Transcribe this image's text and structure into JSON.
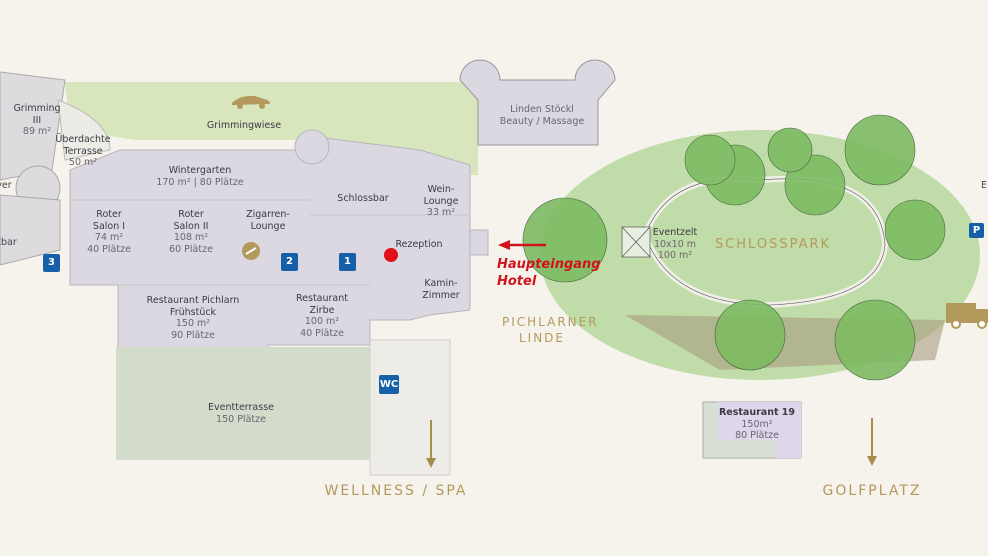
{
  "colors": {
    "background": "#f6f3ec",
    "building": "#dcd8e1",
    "meadow": "#d8e6bd",
    "terrace": "#d3dccb",
    "park": "#a8d08a",
    "gold": "#b39a5c",
    "red": "#d0141b",
    "badge": "#1560a8"
  },
  "rooms": [
    {
      "id": "grimming-iii",
      "title": "Grimming III",
      "lines": [
        "89 m²"
      ]
    },
    {
      "id": "terrasse",
      "title": "Überdachte Terrasse",
      "lines": [
        "50 m²"
      ]
    },
    {
      "id": "grimmingwiese",
      "title": "Grimmingwiese",
      "lines": []
    },
    {
      "id": "wintergarten",
      "title": "Wintergarten",
      "lines": [
        "170 m² | 80 Plätze"
      ]
    },
    {
      "id": "roter-salon-1",
      "title": "Roter Salon I",
      "lines": [
        "74 m²",
        "40 Plätze"
      ]
    },
    {
      "id": "roter-salon-2",
      "title": "Roter Salon II",
      "lines": [
        "108 m²",
        "60 Plätze"
      ]
    },
    {
      "id": "zigarren",
      "title": "Zigarren-Lounge",
      "lines": []
    },
    {
      "id": "schlossbar",
      "title": "Schlossbar",
      "lines": []
    },
    {
      "id": "wein",
      "title": "Wein-Lounge",
      "lines": [
        "33 m²"
      ]
    },
    {
      "id": "rezeption",
      "title": "Rezeption",
      "lines": []
    },
    {
      "id": "kamin",
      "title": "Kamin-Zimmer",
      "lines": []
    },
    {
      "id": "pichlarn",
      "title": "Restaurant Pichlarn Frühstück",
      "lines": [
        "150 m²",
        "90 Plätze"
      ]
    },
    {
      "id": "zirbe",
      "title": "Restaurant Zirbe",
      "lines": [
        "100 m²",
        "40 Plätze"
      ]
    },
    {
      "id": "eventterrasse",
      "title": "Eventterrasse",
      "lines": [
        "150 Plätze"
      ]
    },
    {
      "id": "linden",
      "title": "Linden Stöckl",
      "lines": [
        "Beauty / Massage"
      ]
    },
    {
      "id": "eventzelt",
      "title": "Eventzelt",
      "lines": [
        "10x10 m",
        "100 m²"
      ]
    },
    {
      "id": "restaurant19",
      "title": "Restaurant 19",
      "lines": [
        "150m²",
        "80 Plätze"
      ]
    }
  ],
  "edge_labels": {
    "foyer": "yer",
    "bar": "tbar",
    "right": "E"
  },
  "areas": {
    "schlosspark": "SCHLOSSPARK",
    "linde": "PICHLARNER LINDE"
  },
  "entrance": {
    "line1": "Haupteingang",
    "line2": "Hotel"
  },
  "directions": {
    "wellness": "WELLNESS / SPA",
    "golf": "GOLFPLATZ"
  },
  "badges": {
    "lift1": "1",
    "lift2": "2",
    "lift3": "3",
    "wc": "WC",
    "parking": "P"
  }
}
